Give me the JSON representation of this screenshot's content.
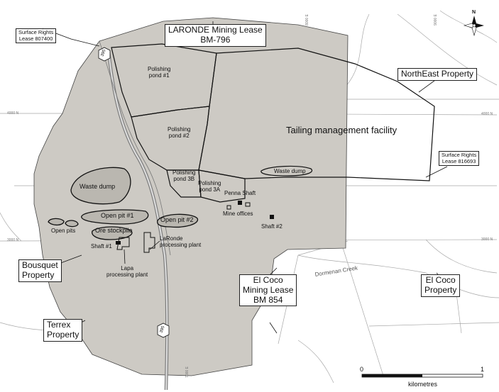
{
  "map": {
    "lease_title_line1": "LARONDE Mining Lease",
    "lease_title_line2": "BM-796",
    "compass_north": "N",
    "features": {
      "polishing_pond_1_line1": "Polishing",
      "polishing_pond_1_line2": "pond #1",
      "polishing_pond_2_line1": "Polishing",
      "polishing_pond_2_line2": "pond #2",
      "polishing_pond_3b_line1": "Polishing",
      "polishing_pond_3b_line2": "pond 3B",
      "polishing_pond_3a_line1": "Polishing",
      "polishing_pond_3a_line2": "pond 3A",
      "tailing_facility": "Tailing management facility",
      "waste_dump_west": "Waste dump",
      "waste_dump_east": "Waste dump",
      "penna_shaft": "Penna Shaft",
      "mine_offices": "Mine offices",
      "shaft_2": "Shaft #2",
      "open_pit_1": "Open pit #1",
      "open_pit_2": "Open pit #2",
      "open_pits": "Open pits",
      "ore_stockpile": "Ore stockpile",
      "shaft_1": "Shaft #1",
      "laronde_plant_line1": "LaRonde",
      "laronde_plant_line2": "processing plant",
      "lapa_plant_line1": "Lapa",
      "lapa_plant_line2": "processing plant",
      "creek": "Dormenan Creek"
    },
    "properties": {
      "surface_rights_807400_line1": "Surface Rights",
      "surface_rights_807400_line2": "Lease 807400",
      "northeast": "NorthEast Property",
      "surface_rights_816693_line1": "Surface Rights",
      "surface_rights_816693_line2": "Lease 816693",
      "bousquet_line1": "Bousquet",
      "bousquet_line2": "Property",
      "el_coco_lease_line1": "El Coco",
      "el_coco_lease_line2": "Mining Lease",
      "el_coco_lease_line3": "BM 854",
      "el_coco_property_line1": "El Coco",
      "el_coco_property_line2": "Property",
      "terrex_line1": "Terrex",
      "terrex_line2": "Property"
    },
    "route_number": "395",
    "grid_ticks": {
      "n_4000_left": "4000 N",
      "n_4000_right": "4000 N",
      "n_3000_left": "3000 N",
      "n_3000_right": "3000 N",
      "e_8000": "8000 E",
      "e_9000": "9000 E",
      "e_7000": "7000 E"
    },
    "scale_bar": {
      "start": "0",
      "end": "1",
      "unit": "kilometres",
      "fraction_filled": 0.5
    },
    "colors": {
      "lease_fill": "#cdcac4",
      "line": "#111111",
      "road": "#8a8a8a"
    }
  }
}
